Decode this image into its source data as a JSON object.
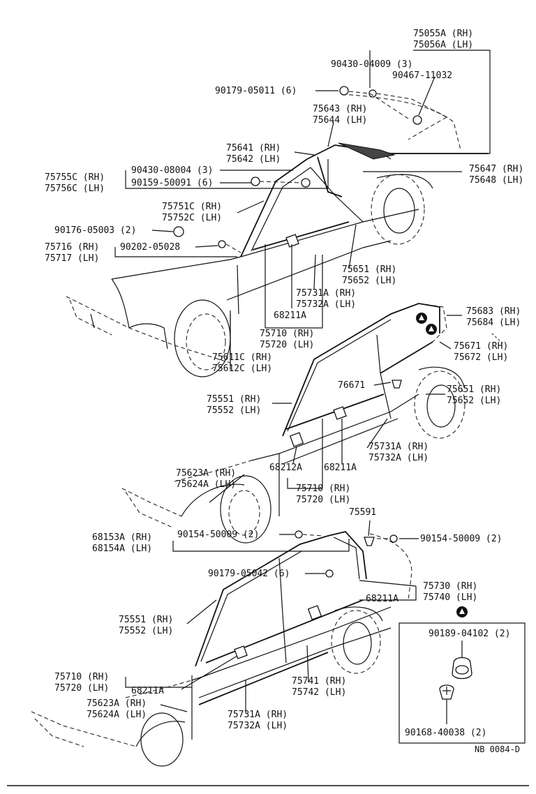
{
  "section_top": {
    "p_75055": "75055A (RH)",
    "p_75056": "75056A (LH)",
    "p_90430_04009": "90430-04009 (3)",
    "p_90467": "90467-11032",
    "p_90179_05011": "90179-05011 (6)",
    "p_75643": "75643 (RH)",
    "p_75644": "75644 (LH)",
    "p_75641": "75641 (RH)",
    "p_75642": "75642 (LH)",
    "p_75755c": "75755C (RH)",
    "p_75756c": "75756C (LH)",
    "p_90430_08004": "90430-08004 (3)",
    "p_90159": "90159-50091 (6)",
    "p_75647": "75647 (RH)",
    "p_75648": "75648 (LH)",
    "p_75751c": "75751C (RH)",
    "p_75752c": "75752C (LH)",
    "p_90176": "90176-05003 (2)",
    "p_75716": "75716 (RH)",
    "p_75717": "75717 (LH)",
    "p_90202": "90202-05028",
    "p_75651": "75651 (RH)",
    "p_75652": "75652 (LH)",
    "p_75731a": "75731A (RH)",
    "p_75732a": "75732A (LH)",
    "p_68211a": "68211A",
    "p_75710": "75710 (RH)",
    "p_75720": "75720 (LH)",
    "p_75611c": "75611C (RH)",
    "p_75612c": "75612C (LH)"
  },
  "section_mid": {
    "p_75683": "75683 (RH)",
    "p_75684": "75684 (LH)",
    "p_75671": "75671 (RH)",
    "p_75672": "75672 (LH)",
    "p_76671": "76671",
    "p_75651": "75651 (RH)",
    "p_75652": "75652 (LH)",
    "p_75551": "75551 (RH)",
    "p_75552": "75552 (LH)",
    "p_75731a": "75731A (RH)",
    "p_75732a": "75732A (LH)",
    "p_68212a": "68212A",
    "p_68211a": "68211A",
    "p_75623a": "75623A (RH)",
    "p_75624a": "75624A (LH)",
    "p_75710": "75710 (RH)",
    "p_75720": "75720 (LH)"
  },
  "section_bottom": {
    "p_75591": "75591",
    "p_68153a": "68153A (RH)",
    "p_68154a": "68154A (LH)",
    "p_90154_a": "90154-50009 (2)",
    "p_90154_b": "90154-50009 (2)",
    "p_90179_05042": "90179-05042 (6)",
    "p_75730": "75730 (RH)",
    "p_75740": "75740 (LH)",
    "p_68211a_top": "68211A",
    "p_75551": "75551 (RH)",
    "p_75552": "75552 (LH)",
    "p_75710": "75710 (RH)",
    "p_75720": "75720 (LH)",
    "p_68211a": "68211A",
    "p_75741": "75741 (RH)",
    "p_75742": "75742 (LH)",
    "p_75623a": "75623A (RH)",
    "p_75624a": "75624A (LH)",
    "p_75731a": "75731A (RH)",
    "p_75732a": "75732A (LH)"
  },
  "inset": {
    "p_90189": "90189-04102 (2)",
    "p_90168": "90168-40038 (2)"
  },
  "footer": {
    "code": "NB  0084-D"
  }
}
